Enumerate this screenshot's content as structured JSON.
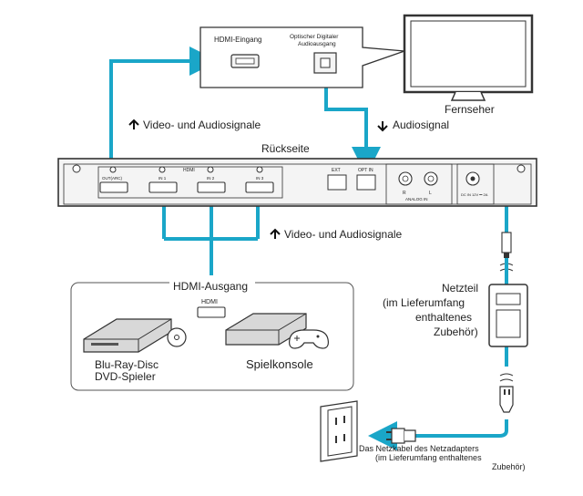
{
  "colors": {
    "cable": "#1aa6c8",
    "outline": "#333333",
    "device_fill": "#f4f4f4"
  },
  "tv": {
    "label": "Fernseher",
    "port_hdmi_label": "HDMI-Eingang",
    "port_optical_label": "Optischer Digitaler Audioausgang"
  },
  "signals": {
    "tv_to_switch_av": "Video- und Audiosignale",
    "tv_to_switch_audio": "Audiosignal",
    "sources_to_switch": "Video- und Audiosignale"
  },
  "switch": {
    "rear_label": "Rückseite",
    "hdmi_group_label": "HDMI",
    "port_out": "OUT(ARC)",
    "port_in1": "IN 1",
    "port_in2": "IN 2",
    "port_in3": "IN 3",
    "port_ext": "EXT",
    "port_opt_in": "OPT IN",
    "port_analog_r": "R",
    "port_analog_l": "L",
    "analog_label": "ANALOG IN",
    "dc_label": "DC IN 12V ⎓ 2A"
  },
  "sources": {
    "group_label": "HDMI-Ausgang",
    "port_label": "HDMI",
    "bluray_line1": "Blu-Ray-Disc",
    "bluray_line2": "DVD-Spieler",
    "console_label": "Spielkonsole"
  },
  "power": {
    "adapter_line1": "Netzteil",
    "adapter_line2": "(im Lieferumfang",
    "adapter_line3": "enthaltenes",
    "adapter_line4": "Zubehör)",
    "cable_line1": "Das Netzkabel des Netzadapters",
    "cable_line2": "(im Lieferumfang enthaltenes",
    "cable_line3": "Zubehör)"
  }
}
